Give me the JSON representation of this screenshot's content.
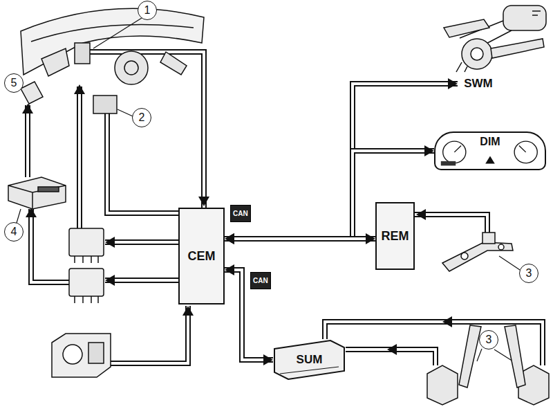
{
  "diagram": {
    "nodes": [
      {
        "text": [
          "1"
        ]
      },
      {
        "text": [
          "5"
        ]
      },
      {
        "text": [
          "2"
        ]
      },
      {
        "text": [
          "SWM"
        ]
      },
      {
        "text": [
          "DIM"
        ]
      },
      {
        "text": [
          "4"
        ]
      },
      {
        "text": [
          "CEM"
        ]
      },
      {
        "text": [
          "REM"
        ]
      },
      {
        "text": [
          "3"
        ]
      },
      {
        "text": [
          "SUM"
        ]
      },
      {
        "text": [
          "3"
        ]
      }
    ],
    "edges": [
      {
        "from": 6,
        "to": 3,
        "arrow": "both"
      },
      {
        "from": 6,
        "to": 4,
        "arrow": "both"
      },
      {
        "from": 6,
        "to": 7,
        "arrow": "both"
      },
      {
        "from": 6,
        "to": 9,
        "arrow": "both"
      }
    ],
    "labels": [
      "CAN",
      "CAN"
    ]
  }
}
